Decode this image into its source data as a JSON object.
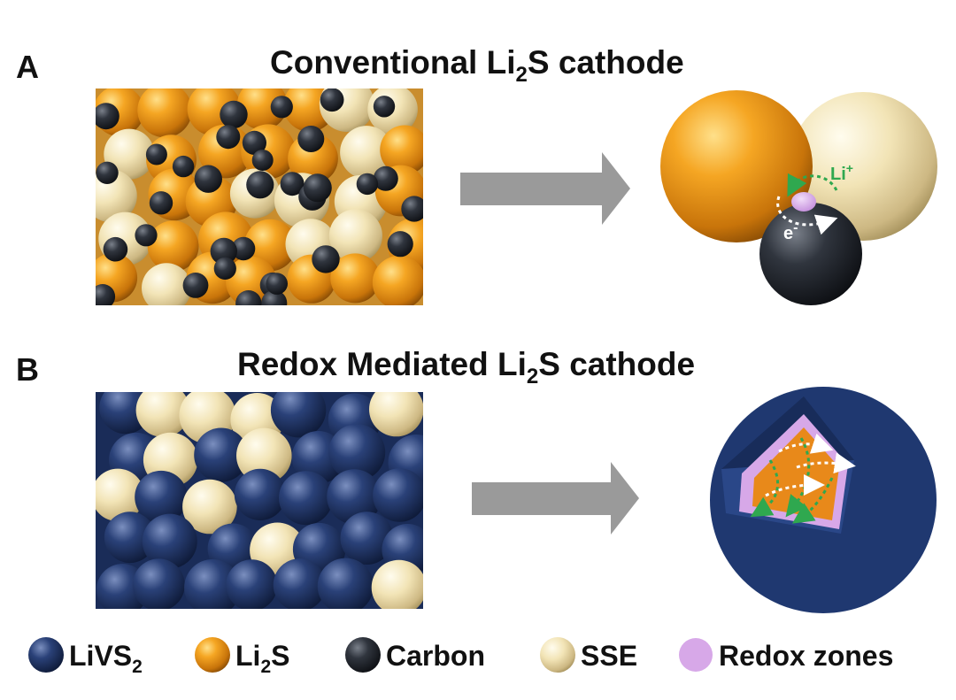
{
  "panels": [
    {
      "letter": "A",
      "title_main": "Conventional Li",
      "title_sub": "2",
      "title_end": "S cathode"
    },
    {
      "letter": "B",
      "title_main": "Redox Mediated Li",
      "title_sub": "2",
      "title_end": "S cathode"
    }
  ],
  "ion_labels": {
    "li": "Li",
    "li_sup": "+",
    "e": "e",
    "e_sup": "-"
  },
  "legend": [
    {
      "main": "LiVS",
      "sub": "2",
      "end": "",
      "color": "#22386a",
      "icon": "livs2-sphere"
    },
    {
      "main": "Li",
      "sub": "2",
      "end": "S",
      "color": "#f0a020",
      "icon": "li2s-sphere"
    },
    {
      "main": "Carbon",
      "sub": "",
      "end": "",
      "color": "#262b33",
      "icon": "carbon-sphere"
    },
    {
      "main": "SSE",
      "sub": "",
      "end": "",
      "color": "#efe2b4",
      "icon": "sse-sphere"
    },
    {
      "main": "Redox zones",
      "sub": "",
      "end": "",
      "color": "#d7a8e8",
      "icon": "redox-zone-dot"
    }
  ],
  "colors": {
    "livs2": "#22386a",
    "li2s": "#f0a020",
    "carbon": "#262b33",
    "sse": "#efe2b4",
    "redox": "#d7a8e8",
    "arrow": "#9a9a9a",
    "li_path": "#2fa84f",
    "e_path": "#ffffff"
  }
}
